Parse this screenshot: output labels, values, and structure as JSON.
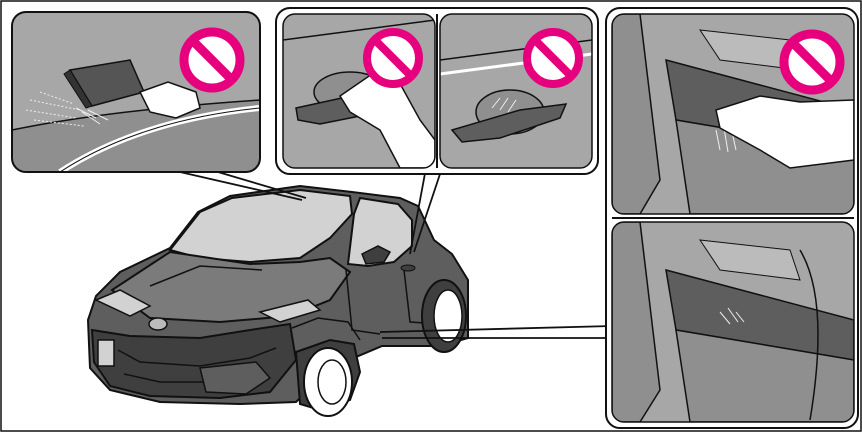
{
  "figure": {
    "colors": {
      "panel_bg": "#a7a7a7",
      "panel_dark": "#8f8f8f",
      "car_body": "#5e5e5e",
      "car_dark": "#3f3f3f",
      "car_light": "#7b7b7b",
      "glass": "#d2d2d2",
      "outline": "#111111",
      "prohibit": "#e6007e",
      "white": "#ffffff"
    },
    "panels": [
      {
        "id": "roof-brush",
        "prohibited": true
      },
      {
        "id": "door-handle-hand",
        "prohibited": true
      },
      {
        "id": "door-handle-scratched",
        "prohibited": true
      },
      {
        "id": "door-sill-foot",
        "prohibited": true
      },
      {
        "id": "door-sill-scuffed",
        "prohibited": false
      }
    ],
    "icons": [
      "prohibited-icon",
      "car-illustration",
      "brush-icon",
      "hand-icon",
      "foot-icon"
    ]
  }
}
